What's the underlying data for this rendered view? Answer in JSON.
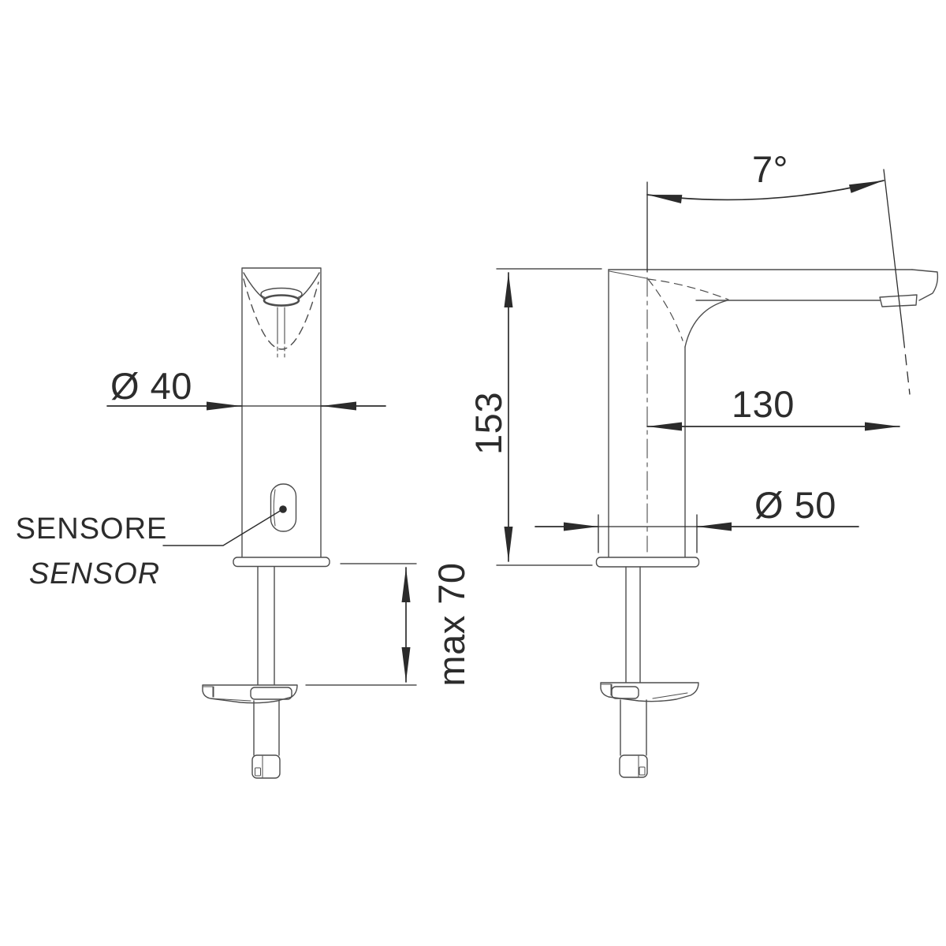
{
  "page": {
    "kind": "technical dimension drawing",
    "subject": "electronic sensor basin tap, front and side elevation with installation dimensions",
    "background": "#ffffff"
  },
  "views": {
    "front": "front elevation",
    "side": "side elevation"
  },
  "labels": {
    "sensor_line1": "SENSORE",
    "sensor_line2": "SENSOR"
  },
  "dimensions": {
    "body_diameter": "Ø 40",
    "base_diameter": "Ø 50",
    "total_height": "153",
    "spout_reach": "130",
    "spout_angle": "7°",
    "max_deck_thickness": "max 70"
  },
  "colors": {
    "line": "#4d4d4d",
    "dim": "#2d2d2d",
    "text": "#2c2c2c",
    "background": "#ffffff"
  }
}
